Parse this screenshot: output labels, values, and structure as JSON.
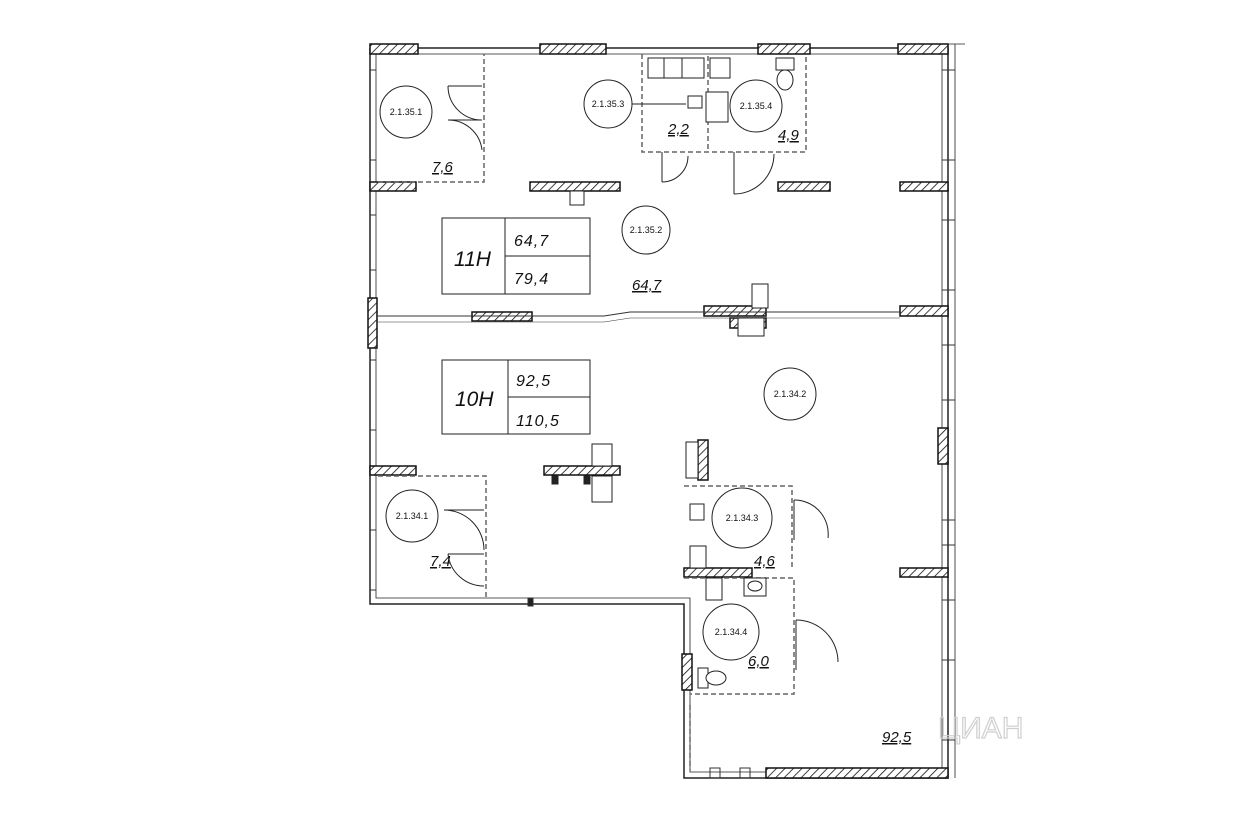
{
  "plan": {
    "units": [
      {
        "name": "11Н",
        "area_main": "64,7",
        "area_total": "79,4"
      },
      {
        "name": "10Н",
        "area_main": "92,5",
        "area_total": "110,5"
      }
    ],
    "rooms": [
      {
        "code": "2.1.35.1",
        "area": "7,6"
      },
      {
        "code": "2.1.35.3",
        "area": "2,2"
      },
      {
        "code": "2.1.35.4",
        "area": "4,9"
      },
      {
        "code": "2.1.35.2",
        "area": "64,7"
      },
      {
        "code": "2.1.34.2",
        "area": "92,5"
      },
      {
        "code": "2.1.34.1",
        "area": "7,4"
      },
      {
        "code": "2.1.34.3",
        "area": "4,6"
      },
      {
        "code": "2.1.34.4",
        "area": "6,0"
      }
    ],
    "watermark": "ЦИАН"
  }
}
